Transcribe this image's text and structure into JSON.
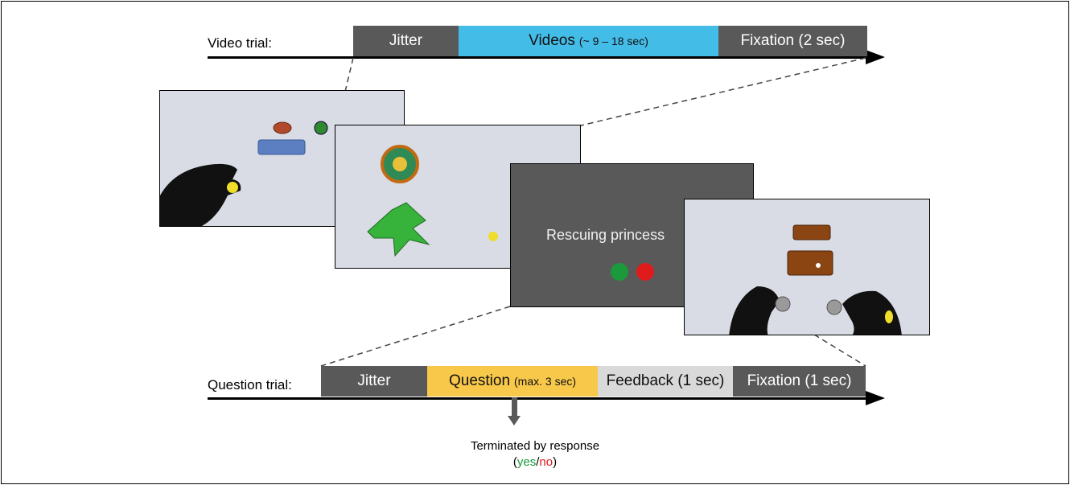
{
  "video_trial": {
    "label": "Video trial:",
    "segments": {
      "jitter": "Jitter",
      "videos": "Videos",
      "videos_note": "(~ 9 – 18 sec)",
      "fixation": "Fixation (2 sec)"
    }
  },
  "screens": {
    "question_text": "Rescuing princess"
  },
  "question_trial": {
    "label": "Question trial:",
    "segments": {
      "jitter": "Jitter",
      "question": "Question",
      "question_note": "(max. 3 sec)",
      "feedback": "Feedback (1 sec)",
      "fixation": "Fixation (1 sec)"
    }
  },
  "response": {
    "terminated": "Terminated by response",
    "yes": "yes",
    "slash": "/",
    "no": "no",
    "open_paren": "(",
    "close_paren": ")"
  },
  "colors": {
    "segment_dark": "#595959",
    "segment_videos": "#44bce8",
    "segment_question": "#f8c84a",
    "segment_feedback": "#d9d9d9",
    "yes": "#1a9a3a",
    "no": "#e01b1b"
  }
}
